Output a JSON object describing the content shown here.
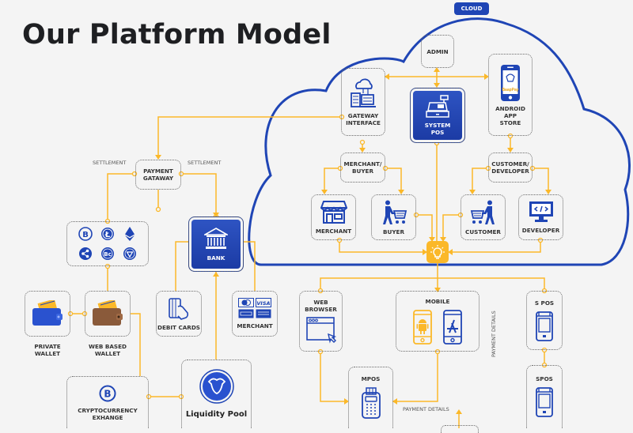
{
  "title": "Our Platform Model",
  "cloud": {
    "label": "CLOUD"
  },
  "colors": {
    "accent_blue": "#1f45b5",
    "connector_yellow": "#fbb829",
    "text_dark": "#1e1f22"
  },
  "cloud_nodes": {
    "admin": "ADMIN",
    "gateway_interface": [
      "GATEWAY",
      "INTERFACE"
    ],
    "system_pos": [
      "SYSTEM",
      "POS"
    ],
    "android_app_store": [
      "ANDROID",
      "APP",
      "STORE"
    ],
    "app_brand": "BaapPay",
    "merchant_buyer": [
      "MERCHANT/",
      "BUYER"
    ],
    "customer_developer": [
      "CUSTOMER/",
      "DEVELOPER"
    ],
    "merchant": "MERCHANT",
    "buyer": "BUYER",
    "customer": "CUSTOMER",
    "developer": "DEVELOPER"
  },
  "left_nodes": {
    "payment_gateway": [
      "PAYMENT",
      "GATAWAY"
    ],
    "settlement_left": "SETTLEMENT",
    "settlement_right": "SETTLEMENT",
    "bank": "BANK",
    "debit_cards": "DEBIT CARDS",
    "merchant_cards": "MERCHANT",
    "card_brand": "VISA",
    "private_wallet": [
      "PRIVATE",
      "WALLET"
    ],
    "web_wallet": [
      "WEB BASED",
      "WALLET"
    ],
    "crypto_exchange": [
      "CRYPTOCURRENCY",
      "EXHANGE"
    ],
    "liquidity_pool": "Liquidity Pool",
    "crypto_icons": [
      "bitcoin-icon",
      "litecoin-icon",
      "ethereum-icon",
      "ripple-icon",
      "bytecoin-icon",
      "dash-icon"
    ]
  },
  "bottom_nodes": {
    "web_browser": [
      "WEB",
      "BROWSER"
    ],
    "mobile": "MOBILE",
    "mpos": "MPOS",
    "s_pos": "S POS",
    "spos": "SPOS",
    "payment_details_horizontal": "PAYMENT DETAILS",
    "payment_details_vertical": "PAYMENT DETAILS"
  }
}
